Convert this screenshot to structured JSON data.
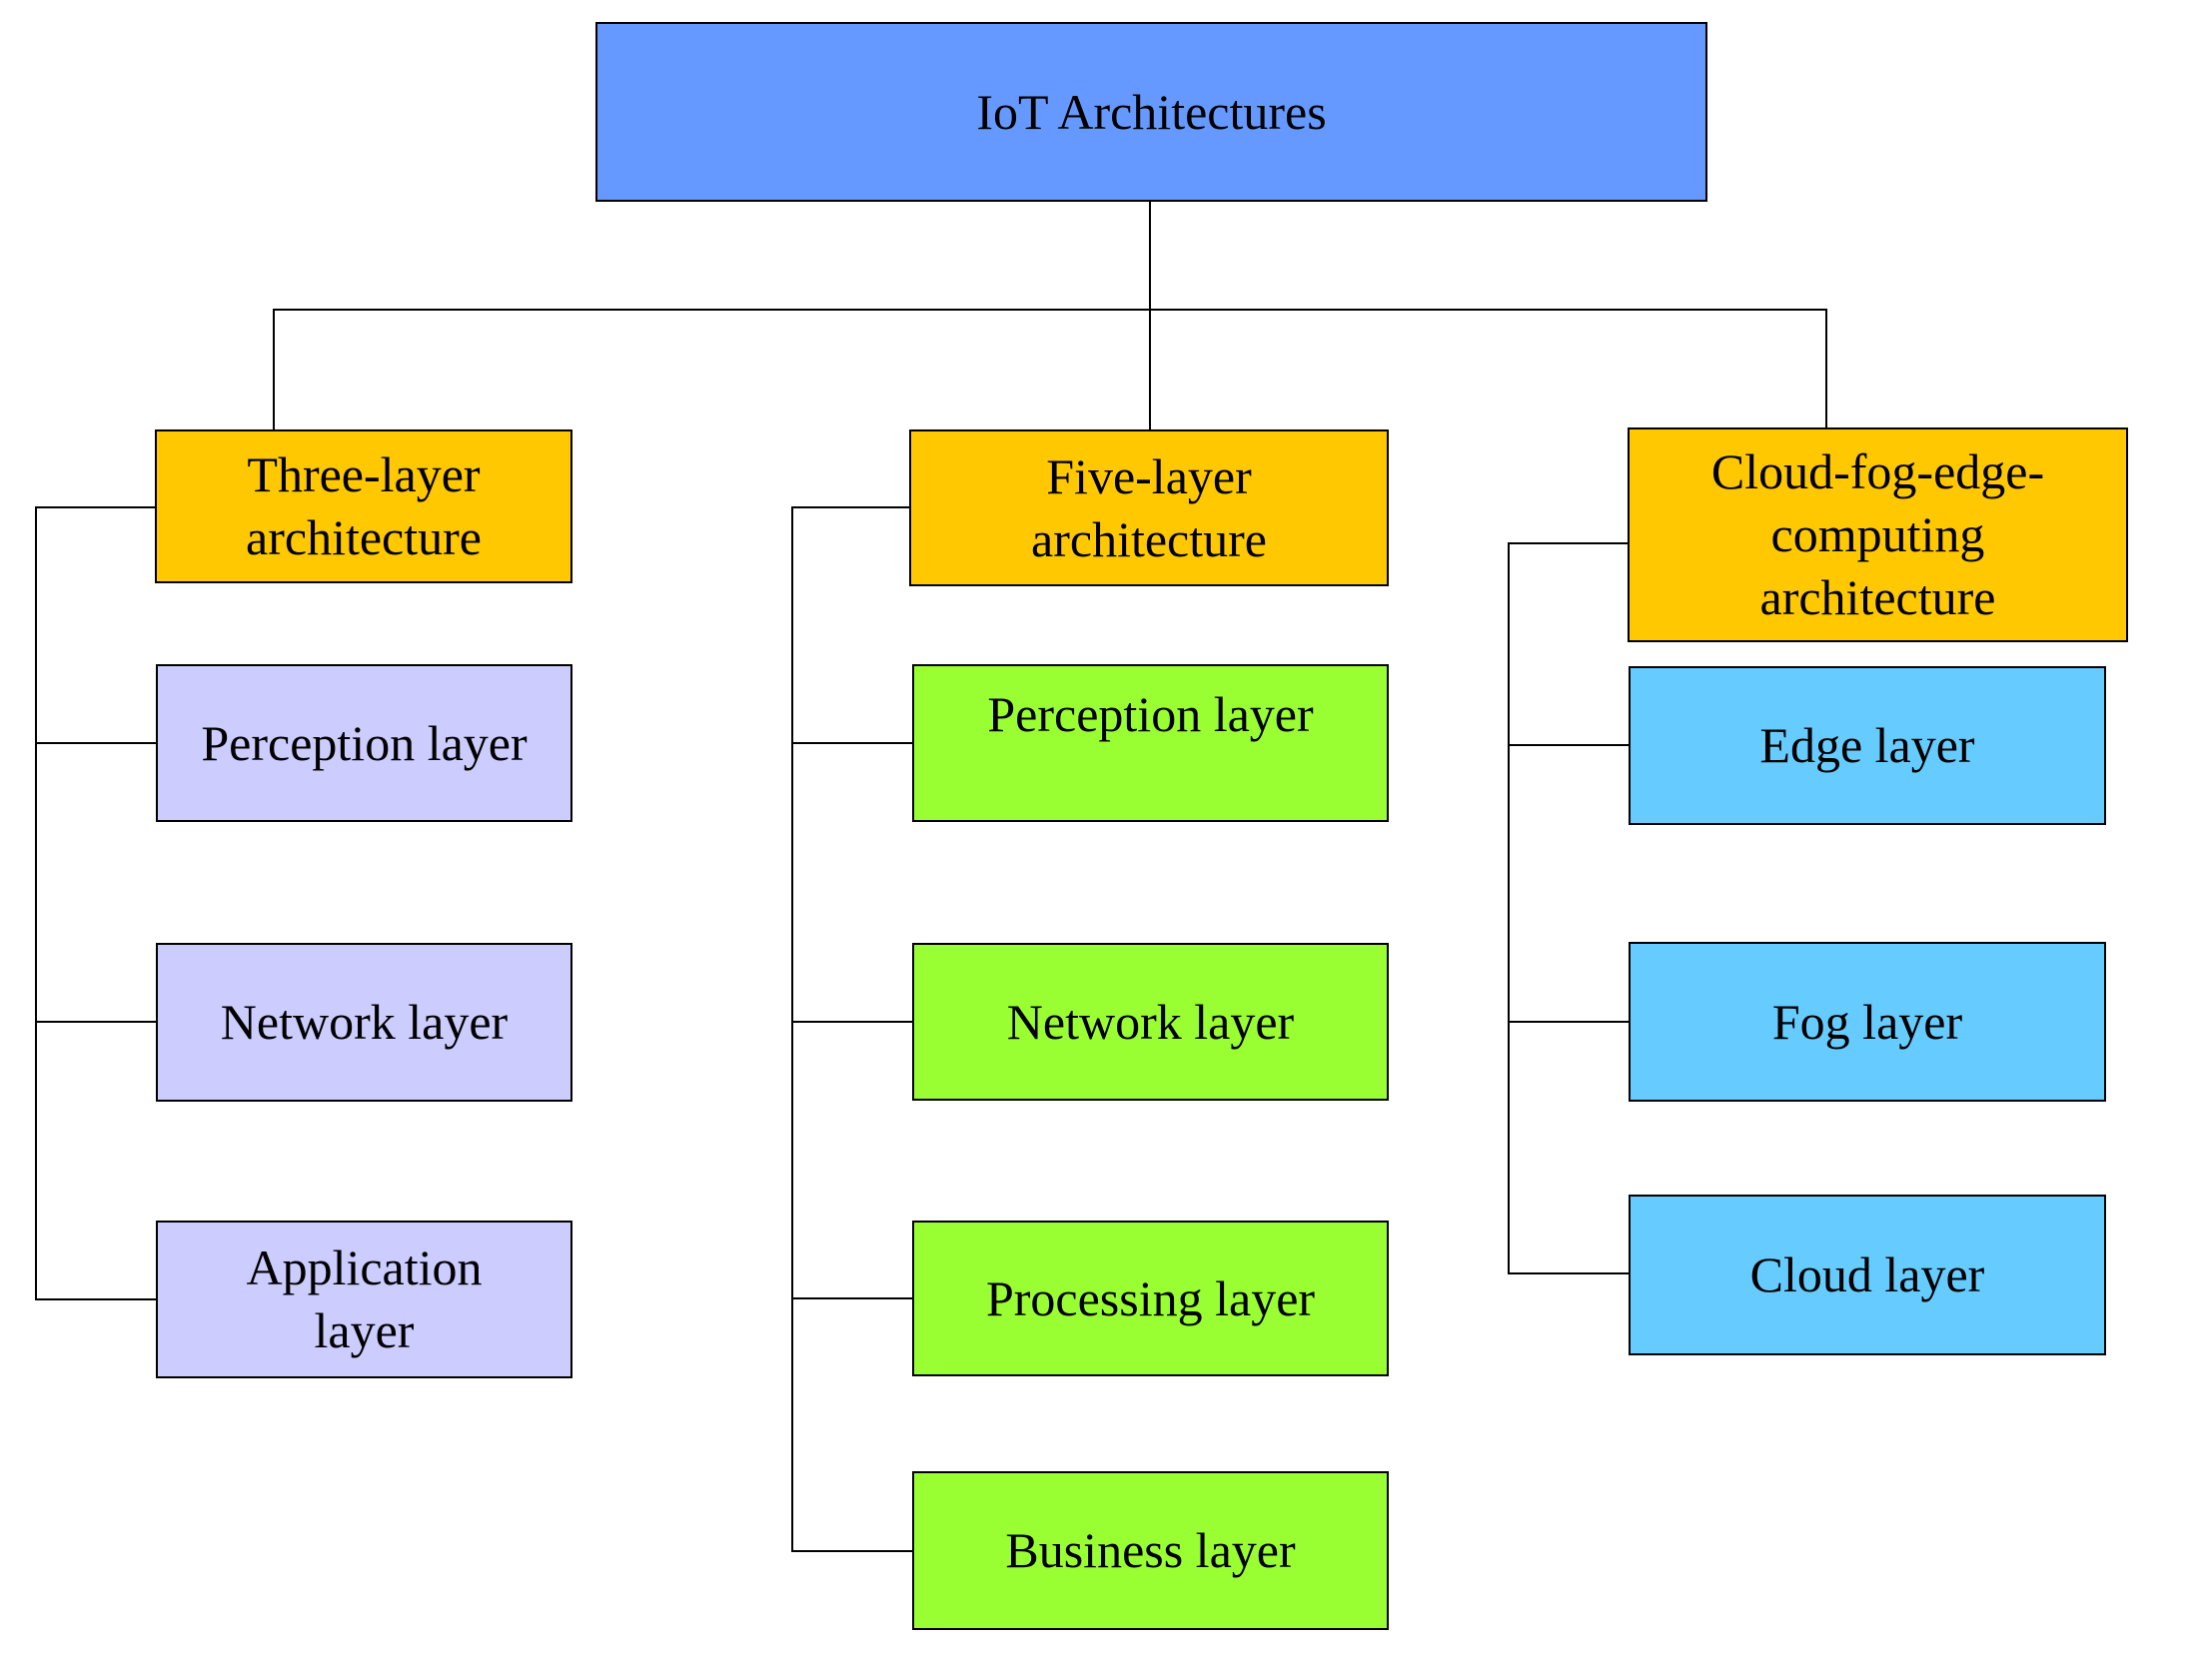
{
  "diagram": {
    "root": {
      "label": "IoT Architectures"
    },
    "columns": [
      {
        "parent": {
          "label": "Three-layer\narchitecture"
        },
        "children": [
          {
            "label": "Perception layer"
          },
          {
            "label": "Network layer"
          },
          {
            "label": "Application\nlayer"
          }
        ]
      },
      {
        "parent": {
          "label": "Five-layer\narchitecture"
        },
        "children": [
          {
            "label": "Perception layer"
          },
          {
            "label": "Network layer"
          },
          {
            "label": "Processing layer"
          },
          {
            "label": "Business layer"
          }
        ]
      },
      {
        "parent": {
          "label": "Cloud-fog-edge-\ncomputing\narchitecture"
        },
        "children": [
          {
            "label": "Edge layer"
          },
          {
            "label": "Fog layer"
          },
          {
            "label": "Cloud layer"
          }
        ]
      }
    ],
    "colors": {
      "root_fill": "#6699FF",
      "parent_fill": "#FFC800",
      "three_layer_child_fill": "#CCCCFF",
      "five_layer_child_fill": "#99FF33",
      "cloud_child_fill": "#66CCFF",
      "line": "#000000",
      "text": "#000000"
    }
  }
}
